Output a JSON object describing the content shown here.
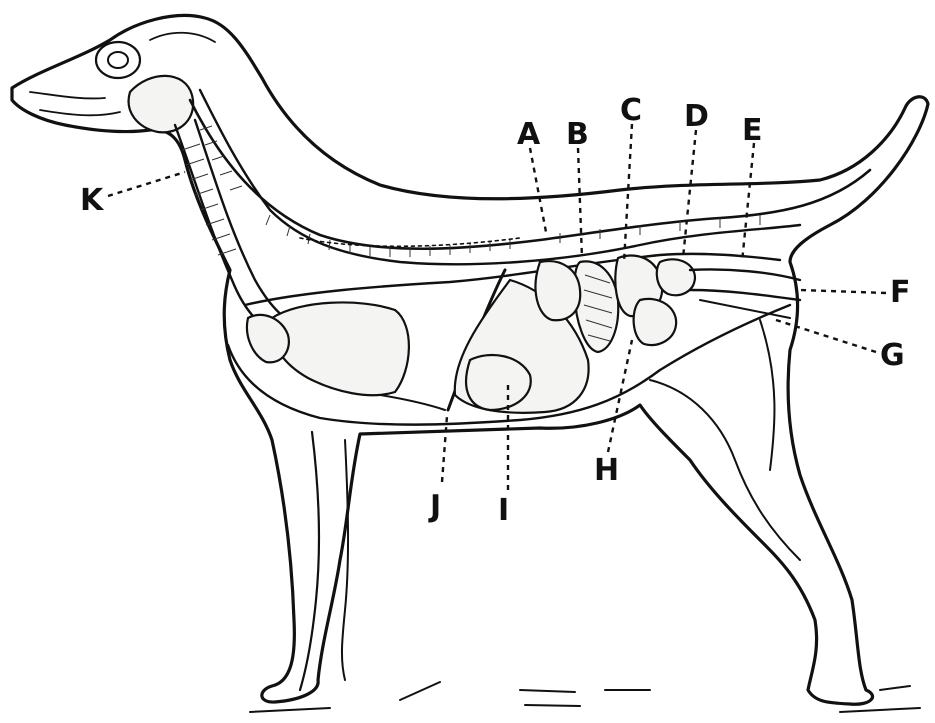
{
  "diagram": {
    "labels": [
      {
        "id": "A",
        "text": "A"
      },
      {
        "id": "B",
        "text": "B"
      },
      {
        "id": "C",
        "text": "C"
      },
      {
        "id": "D",
        "text": "D"
      },
      {
        "id": "E",
        "text": "E"
      },
      {
        "id": "F",
        "text": "F"
      },
      {
        "id": "G",
        "text": "G"
      },
      {
        "id": "H",
        "text": "H"
      },
      {
        "id": "I",
        "text": "I"
      },
      {
        "id": "J",
        "text": "J"
      },
      {
        "id": "K",
        "text": "K"
      }
    ]
  }
}
